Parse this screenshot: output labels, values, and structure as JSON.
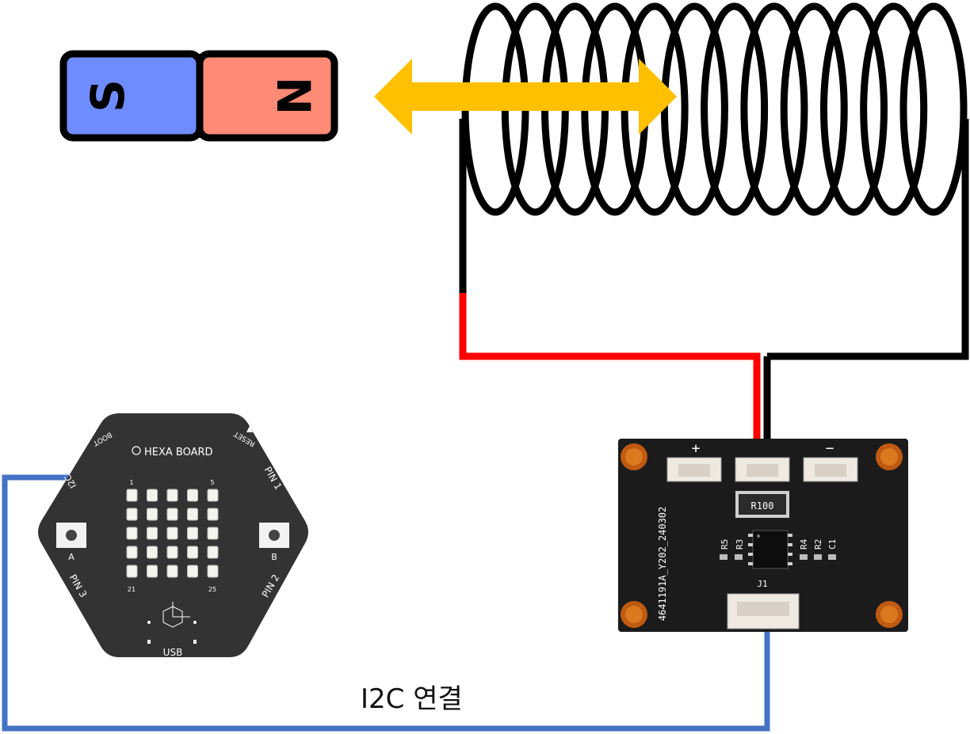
{
  "magnet": {
    "south_label": "S",
    "north_label": "N",
    "south_color": "#6f8cff",
    "north_color": "#ff8a75"
  },
  "arrow": {
    "color": "#ffc000",
    "direction": "bidirectional"
  },
  "coil": {
    "turns": 12,
    "wire_color": "#000000"
  },
  "wires": {
    "positive_color": "#ff0000",
    "negative_color": "#000000",
    "i2c_color": "#4472c4"
  },
  "hexa_board": {
    "title": "HEXA BOARD",
    "button_a": "A",
    "button_b": "B",
    "pin1": "PIN 1",
    "pin2": "PIN 2",
    "pin3": "PIN 3",
    "i2c": "I2C",
    "usb": "USB",
    "boot": "BOOT",
    "reset": "RESET",
    "led_first": "1",
    "led_fifth": "5",
    "led_twentyfirst": "21",
    "led_last": "25",
    "led_rows": 5,
    "led_cols": 5,
    "body_color": "#333333"
  },
  "sensor_board": {
    "plus": "+",
    "minus": "−",
    "resistor": "R100",
    "part_number": "4641191A_Y202_240302",
    "r5": "R5",
    "r3": "R3",
    "r4": "R4",
    "r2": "R2",
    "c1": "C1",
    "j1": "J1",
    "body_color": "#1b1b1b"
  },
  "caption": "I2C 연결"
}
